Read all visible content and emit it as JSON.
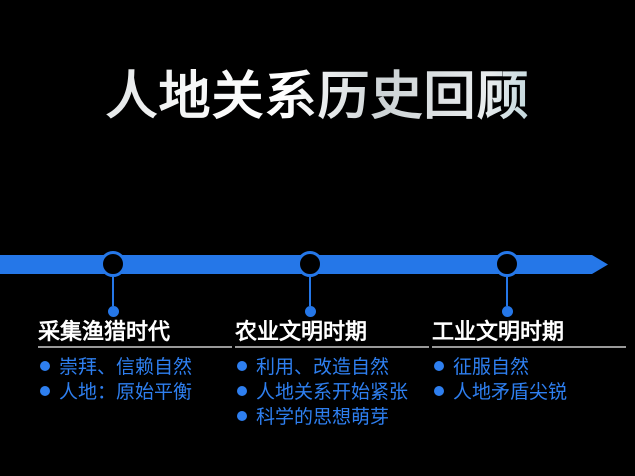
{
  "slide": {
    "title": "人地关系历史回顾"
  },
  "timeline": {
    "type": "horizontal-arrow",
    "direction": "right",
    "node_count": 3
  },
  "columns": [
    {
      "title": "采集渔猎时代",
      "bullets": [
        "崇拜、信赖自然",
        "人地：原始平衡"
      ]
    },
    {
      "title": "农业文明时期",
      "bullets": [
        "利用、改造自然",
        "人地关系开始紧张",
        "科学的思想萌芽"
      ]
    },
    {
      "title": "工业文明时期",
      "bullets": [
        "征服自然",
        "人地矛盾尖锐"
      ]
    }
  ],
  "colors": {
    "bg": "#000000",
    "blue": "#2577e8",
    "blue-text": "#2e7ff0",
    "rule": "#999999",
    "title-silver": "#f4f5f5",
    "title-teal": "#7db6c2"
  }
}
